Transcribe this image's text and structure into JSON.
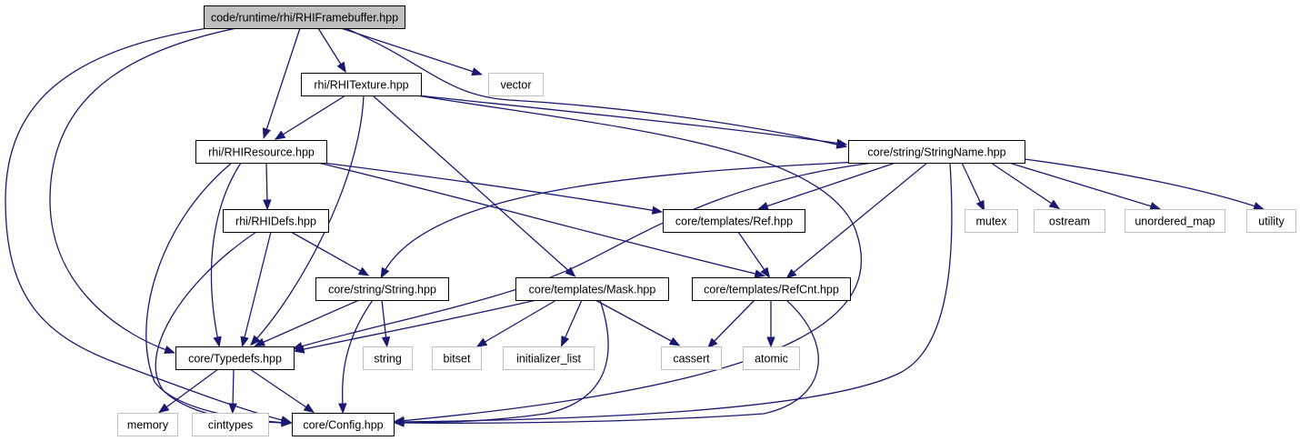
{
  "colors": {
    "edge": "#191970",
    "root_fill": "#bfbfbf",
    "node_border": "#000000",
    "external_border": "#bfbfbf",
    "text": "#000000"
  },
  "nodes": [
    {
      "id": "root",
      "label": "code/runtime/rhi/RHIFramebuffer.hpp",
      "kind": "root"
    },
    {
      "id": "vector",
      "label": "vector",
      "kind": "external"
    },
    {
      "id": "rhitexture",
      "label": "rhi/RHITexture.hpp",
      "kind": "internal"
    },
    {
      "id": "rhiresource",
      "label": "rhi/RHIResource.hpp",
      "kind": "internal"
    },
    {
      "id": "stringname",
      "label": "core/string/StringName.hpp",
      "kind": "internal"
    },
    {
      "id": "rhidefs",
      "label": "rhi/RHIDefs.hpp",
      "kind": "internal"
    },
    {
      "id": "ref",
      "label": "core/templates/Ref.hpp",
      "kind": "internal"
    },
    {
      "id": "mutex",
      "label": "mutex",
      "kind": "external"
    },
    {
      "id": "ostream",
      "label": "ostream",
      "kind": "external"
    },
    {
      "id": "unordered_map",
      "label": "unordered_map",
      "kind": "external"
    },
    {
      "id": "utility",
      "label": "utility",
      "kind": "external"
    },
    {
      "id": "string_hpp",
      "label": "core/string/String.hpp",
      "kind": "internal"
    },
    {
      "id": "mask",
      "label": "core/templates/Mask.hpp",
      "kind": "internal"
    },
    {
      "id": "refcnt",
      "label": "core/templates/RefCnt.hpp",
      "kind": "internal"
    },
    {
      "id": "typedefs",
      "label": "core/Typedefs.hpp",
      "kind": "internal"
    },
    {
      "id": "string_std",
      "label": "string",
      "kind": "external"
    },
    {
      "id": "bitset",
      "label": "bitset",
      "kind": "external"
    },
    {
      "id": "initializer_list",
      "label": "initializer_list",
      "kind": "external"
    },
    {
      "id": "cassert",
      "label": "cassert",
      "kind": "external"
    },
    {
      "id": "atomic",
      "label": "atomic",
      "kind": "external"
    },
    {
      "id": "memory",
      "label": "memory",
      "kind": "external"
    },
    {
      "id": "cinttypes",
      "label": "cinttypes",
      "kind": "external"
    },
    {
      "id": "config",
      "label": "core/Config.hpp",
      "kind": "internal"
    }
  ],
  "edges": [
    {
      "from": "root",
      "to": "rhitexture"
    },
    {
      "from": "root",
      "to": "vector"
    },
    {
      "from": "root",
      "to": "rhiresource"
    },
    {
      "from": "root",
      "to": "stringname"
    },
    {
      "from": "root",
      "to": "typedefs"
    },
    {
      "from": "root",
      "to": "config"
    },
    {
      "from": "rhitexture",
      "to": "rhiresource"
    },
    {
      "from": "rhitexture",
      "to": "stringname"
    },
    {
      "from": "rhitexture",
      "to": "typedefs"
    },
    {
      "from": "rhitexture",
      "to": "mask"
    },
    {
      "from": "rhitexture",
      "to": "config"
    },
    {
      "from": "rhiresource",
      "to": "rhidefs"
    },
    {
      "from": "rhiresource",
      "to": "ref"
    },
    {
      "from": "rhiresource",
      "to": "refcnt"
    },
    {
      "from": "rhiresource",
      "to": "typedefs"
    },
    {
      "from": "rhiresource",
      "to": "config"
    },
    {
      "from": "stringname",
      "to": "ref"
    },
    {
      "from": "stringname",
      "to": "mutex"
    },
    {
      "from": "stringname",
      "to": "ostream"
    },
    {
      "from": "stringname",
      "to": "unordered_map"
    },
    {
      "from": "stringname",
      "to": "utility"
    },
    {
      "from": "stringname",
      "to": "string_hpp"
    },
    {
      "from": "stringname",
      "to": "refcnt"
    },
    {
      "from": "stringname",
      "to": "typedefs"
    },
    {
      "from": "stringname",
      "to": "config"
    },
    {
      "from": "rhidefs",
      "to": "string_hpp"
    },
    {
      "from": "rhidefs",
      "to": "typedefs"
    },
    {
      "from": "rhidefs",
      "to": "config"
    },
    {
      "from": "ref",
      "to": "refcnt"
    },
    {
      "from": "string_hpp",
      "to": "typedefs"
    },
    {
      "from": "string_hpp",
      "to": "string_std"
    },
    {
      "from": "string_hpp",
      "to": "config"
    },
    {
      "from": "mask",
      "to": "typedefs"
    },
    {
      "from": "mask",
      "to": "bitset"
    },
    {
      "from": "mask",
      "to": "initializer_list"
    },
    {
      "from": "mask",
      "to": "cassert"
    },
    {
      "from": "mask",
      "to": "config"
    },
    {
      "from": "refcnt",
      "to": "cassert"
    },
    {
      "from": "refcnt",
      "to": "atomic"
    },
    {
      "from": "refcnt",
      "to": "config"
    },
    {
      "from": "typedefs",
      "to": "memory"
    },
    {
      "from": "typedefs",
      "to": "cinttypes"
    },
    {
      "from": "typedefs",
      "to": "config"
    }
  ]
}
